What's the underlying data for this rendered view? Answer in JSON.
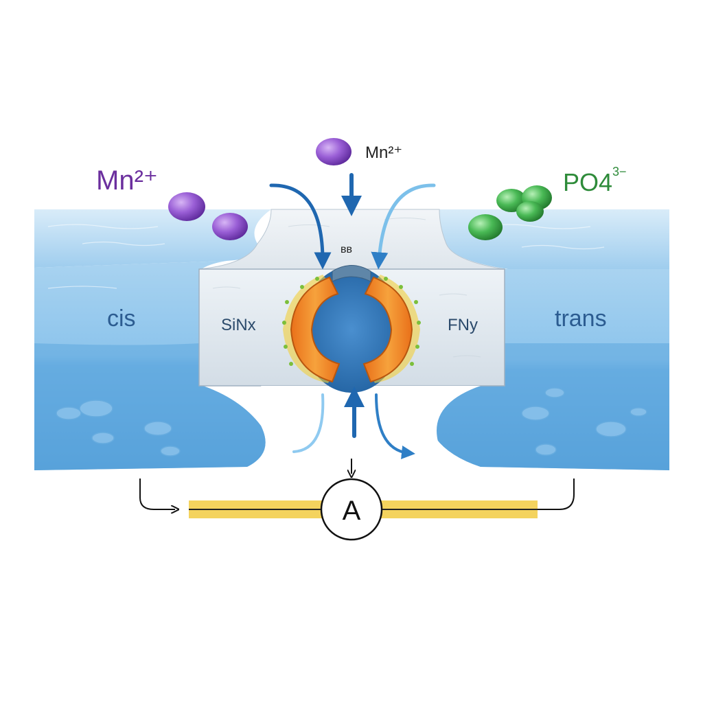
{
  "labels": {
    "ion_top": "Mn²⁺",
    "ion_left": "Mn²⁺",
    "ion_right": "PO4",
    "ion_right_charge": "3−",
    "pore_marker": "ʙʙ",
    "cis": "cis",
    "trans": "trans",
    "membrane_left": "SiNx",
    "membrane_right": "FNy",
    "ammeter": "A"
  },
  "colors": {
    "mn_ion": "#8a4fc8",
    "po4_ion": "#3fb24f",
    "water_light": "#cfe6f7",
    "water_deep": "#5aa6dd",
    "membrane": "#e6edf3",
    "pore_ring_orange": "#f08a24",
    "pore_ring_yellow": "#f2cf3a",
    "flow_arrow_dark": "#1f67b0",
    "flow_arrow_light": "#7cc0ea",
    "wire_yellow": "#f4d35e",
    "label_purple": "#6b2f9e",
    "label_green": "#2e8b3a",
    "label_blue": "#2c5c91"
  }
}
